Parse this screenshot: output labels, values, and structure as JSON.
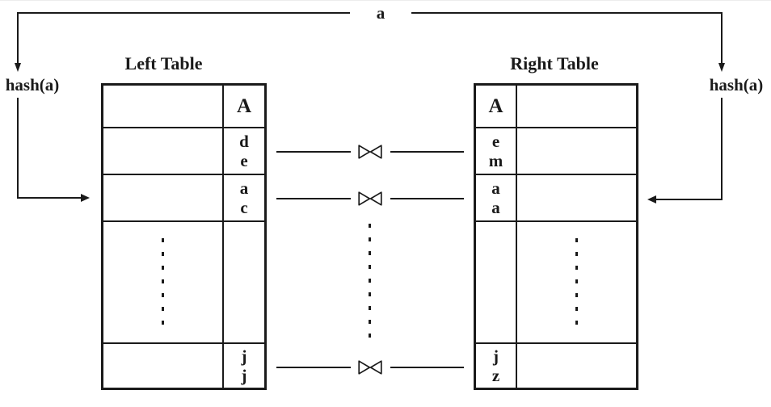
{
  "diagram": {
    "top_key_label": "a",
    "left_hash_label": "hash(a)",
    "right_hash_label": "hash(a)",
    "join_symbol": "⋈",
    "left_table": {
      "title": "Left Table",
      "column_header": "A",
      "rows": [
        "d\ne",
        "a\nc",
        "j\nj"
      ]
    },
    "right_table": {
      "title": "Right Table",
      "column_header": "A",
      "rows": [
        "e\nm",
        "a\na",
        "j\nz"
      ]
    },
    "colors": {
      "line": "#1a1a1a",
      "background": "#ffffff"
    }
  }
}
